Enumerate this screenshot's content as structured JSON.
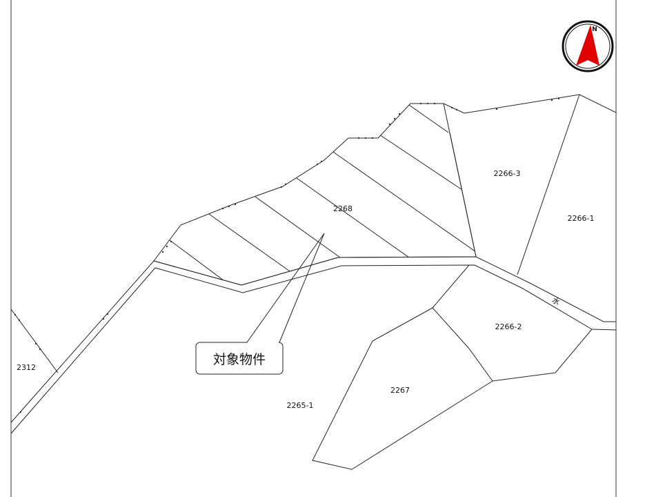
{
  "map": {
    "background_color": "#ffffff",
    "line_color": "#222222",
    "north_arrow": {
      "icon": "north-arrow-icon",
      "letter": "N",
      "arrow_color": "#e00000",
      "ring_color": "#111111"
    },
    "callout": {
      "text": "対象物件"
    },
    "waterway_label": "水",
    "lots": {
      "l2268": "2268",
      "l2266_3": "2266-3",
      "l2266_1": "2266-1",
      "l2266_2": "2266-2",
      "l2267": "2267",
      "l2265_1": "2265-1",
      "l2312": "2312"
    }
  }
}
